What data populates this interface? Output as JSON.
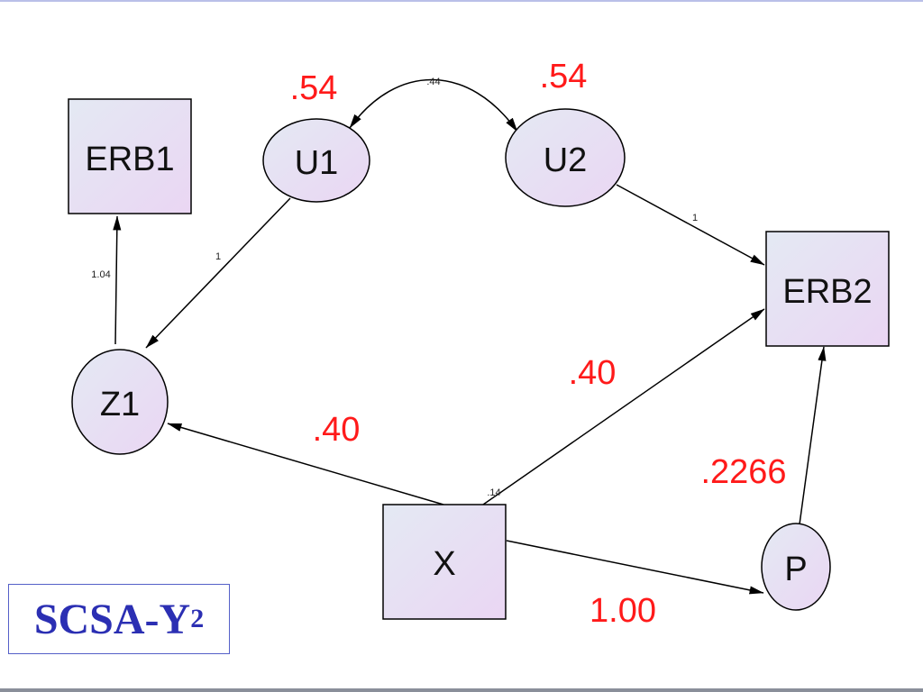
{
  "diagram": {
    "nodes": {
      "ERB1": "ERB1",
      "U1": "U1",
      "U2": "U2",
      "ERB2": "ERB2",
      "Z1": "Z1",
      "X": "X",
      "P": "P"
    },
    "coefficients": {
      "U1_variance": ".54",
      "U2_variance": ".54",
      "U1_U2_covariance": ".44",
      "Z1_to_ERB1": "1.04",
      "U1_to_Z1": "1",
      "U2_to_ERB2": "1",
      "X_to_Z1": ".40",
      "X_to_ERB2": ".40",
      "X_variance": ".14",
      "P_to_ERB2": ".2266",
      "X_to_P": "1.00"
    },
    "title": {
      "main": "SCSA-Y",
      "subscript": "2"
    }
  },
  "colors": {
    "coefficient_red": "#ff1a1a",
    "title_blue": "#2b2fb3",
    "node_fill_start": "#e4e9f3",
    "node_fill_end": "#e9d8f2"
  }
}
